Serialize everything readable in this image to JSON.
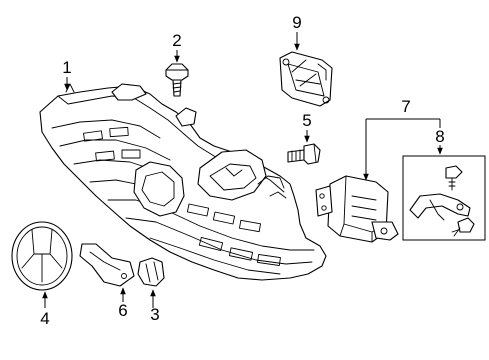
{
  "callouts": [
    {
      "label": "1",
      "part": "grille-frame"
    },
    {
      "label": "2",
      "part": "bolt"
    },
    {
      "label": "3",
      "part": "clip"
    },
    {
      "label": "4",
      "part": "emblem"
    },
    {
      "label": "5",
      "part": "screw"
    },
    {
      "label": "6",
      "part": "bracket-small"
    },
    {
      "label": "7",
      "part": "radar-sensor-assembly"
    },
    {
      "label": "8",
      "part": "mounting-kit"
    },
    {
      "label": "9",
      "part": "sensor-bracket"
    }
  ]
}
